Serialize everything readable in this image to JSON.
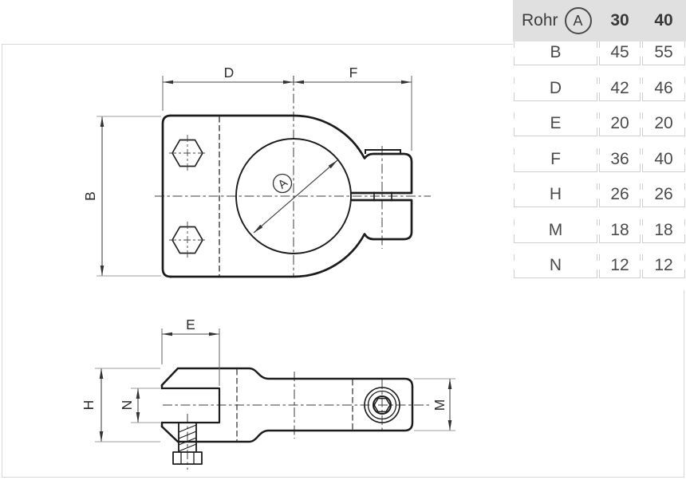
{
  "colors": {
    "header_bg": "#e0e0e0",
    "line_dark": "#1c1c1c",
    "dim_line": "#4a4a4a",
    "ext_gray": "#9e9e9e",
    "table_border": "#cfcfcf"
  },
  "table": {
    "header": {
      "rohr": "Rohr",
      "symbol": "A",
      "col30": "30",
      "col40": "40"
    },
    "rows": [
      {
        "label": "B",
        "v30": "45",
        "v40": "55"
      },
      {
        "label": "D",
        "v30": "42",
        "v40": "46"
      },
      {
        "label": "E",
        "v30": "20",
        "v40": "20"
      },
      {
        "label": "F",
        "v30": "36",
        "v40": "40"
      },
      {
        "label": "H",
        "v30": "26",
        "v40": "26"
      },
      {
        "label": "M",
        "v30": "18",
        "v40": "18"
      },
      {
        "label": "N",
        "v30": "12",
        "v40": "12"
      }
    ]
  },
  "drawing": {
    "dim_labels": {
      "a": "A",
      "b": "B",
      "d": "D",
      "e": "E",
      "f": "F",
      "h": "H",
      "m": "M",
      "n": "N"
    }
  }
}
